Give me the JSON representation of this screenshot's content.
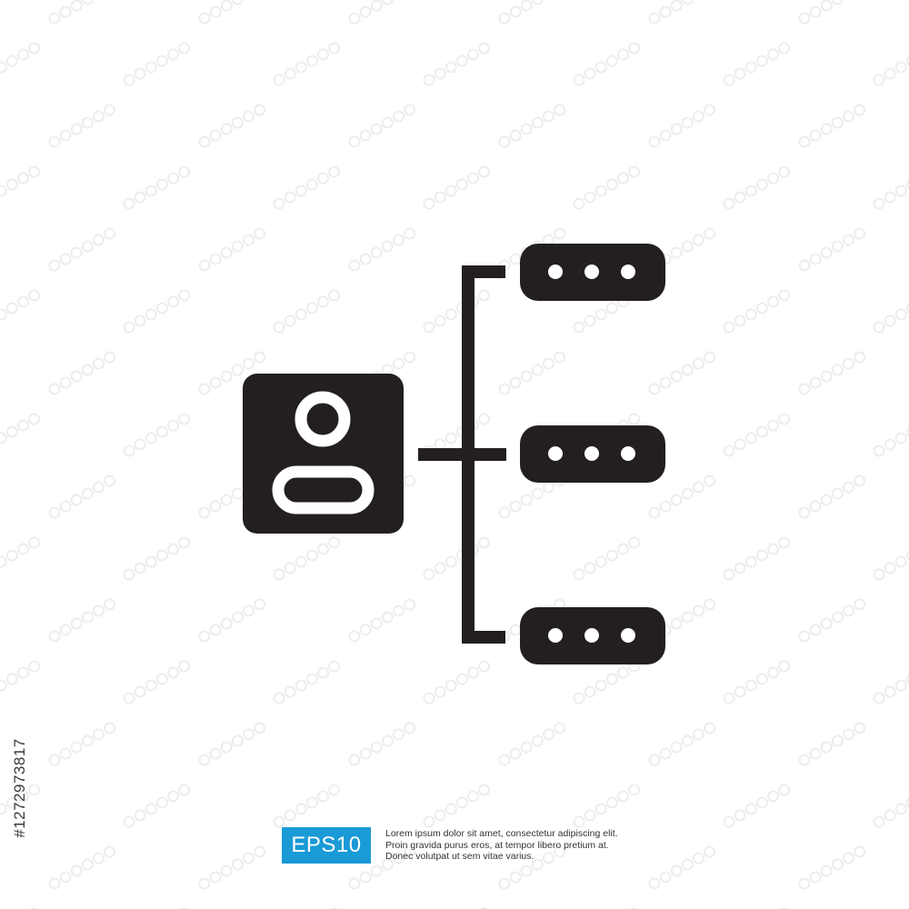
{
  "colors": {
    "icon": "#231f20",
    "background": "#ffffff",
    "badge": "#1a9ad6",
    "watermark": "#ededed"
  },
  "diagram": {
    "parent_icon": "user-profile-card-icon",
    "child_icon": "ellipsis-block-icon",
    "child_count": 3
  },
  "image_id": "#1272973817",
  "badge": {
    "label": "EPS10"
  },
  "footer": {
    "lines": [
      "Lorem ipsum dolor sit amet, consectetur adipiscing elit.",
      "Proin gravida purus eros, at tempor libero pretium at.",
      "Donec volutpat ut sem vitae varius."
    ]
  }
}
